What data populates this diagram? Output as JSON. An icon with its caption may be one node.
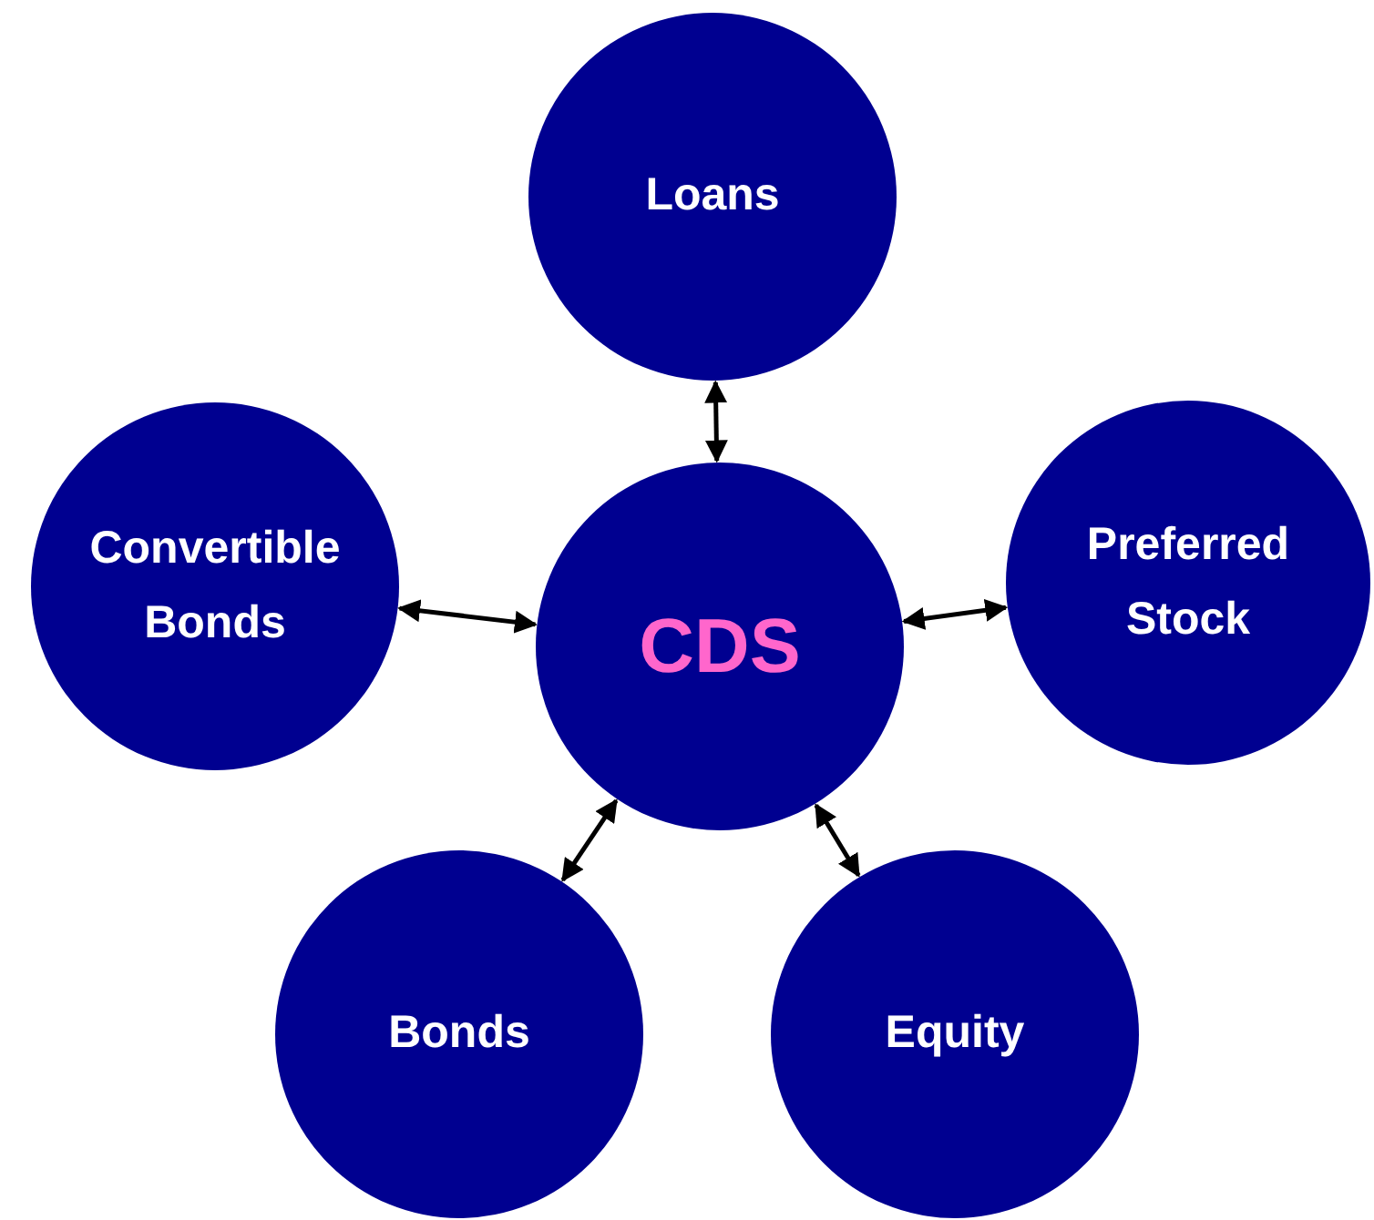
{
  "diagram": {
    "nodes": [
      {
        "text": [
          "Loans"
        ]
      },
      {
        "text": [
          "Convertible Bonds"
        ]
      },
      {
        "text": [
          "CDS"
        ]
      },
      {
        "text": [
          "Preferred Stock"
        ]
      },
      {
        "text": [
          "Bonds"
        ]
      },
      {
        "text": [
          "Equity"
        ]
      }
    ],
    "edges": [
      {
        "from": 0,
        "to": 2,
        "arrow": "both"
      },
      {
        "from": 1,
        "to": 2,
        "arrow": "both"
      },
      {
        "from": 2,
        "to": 3,
        "arrow": "both"
      },
      {
        "from": 2,
        "to": 4,
        "arrow": "both"
      },
      {
        "from": 2,
        "to": 5,
        "arrow": "both"
      }
    ]
  }
}
